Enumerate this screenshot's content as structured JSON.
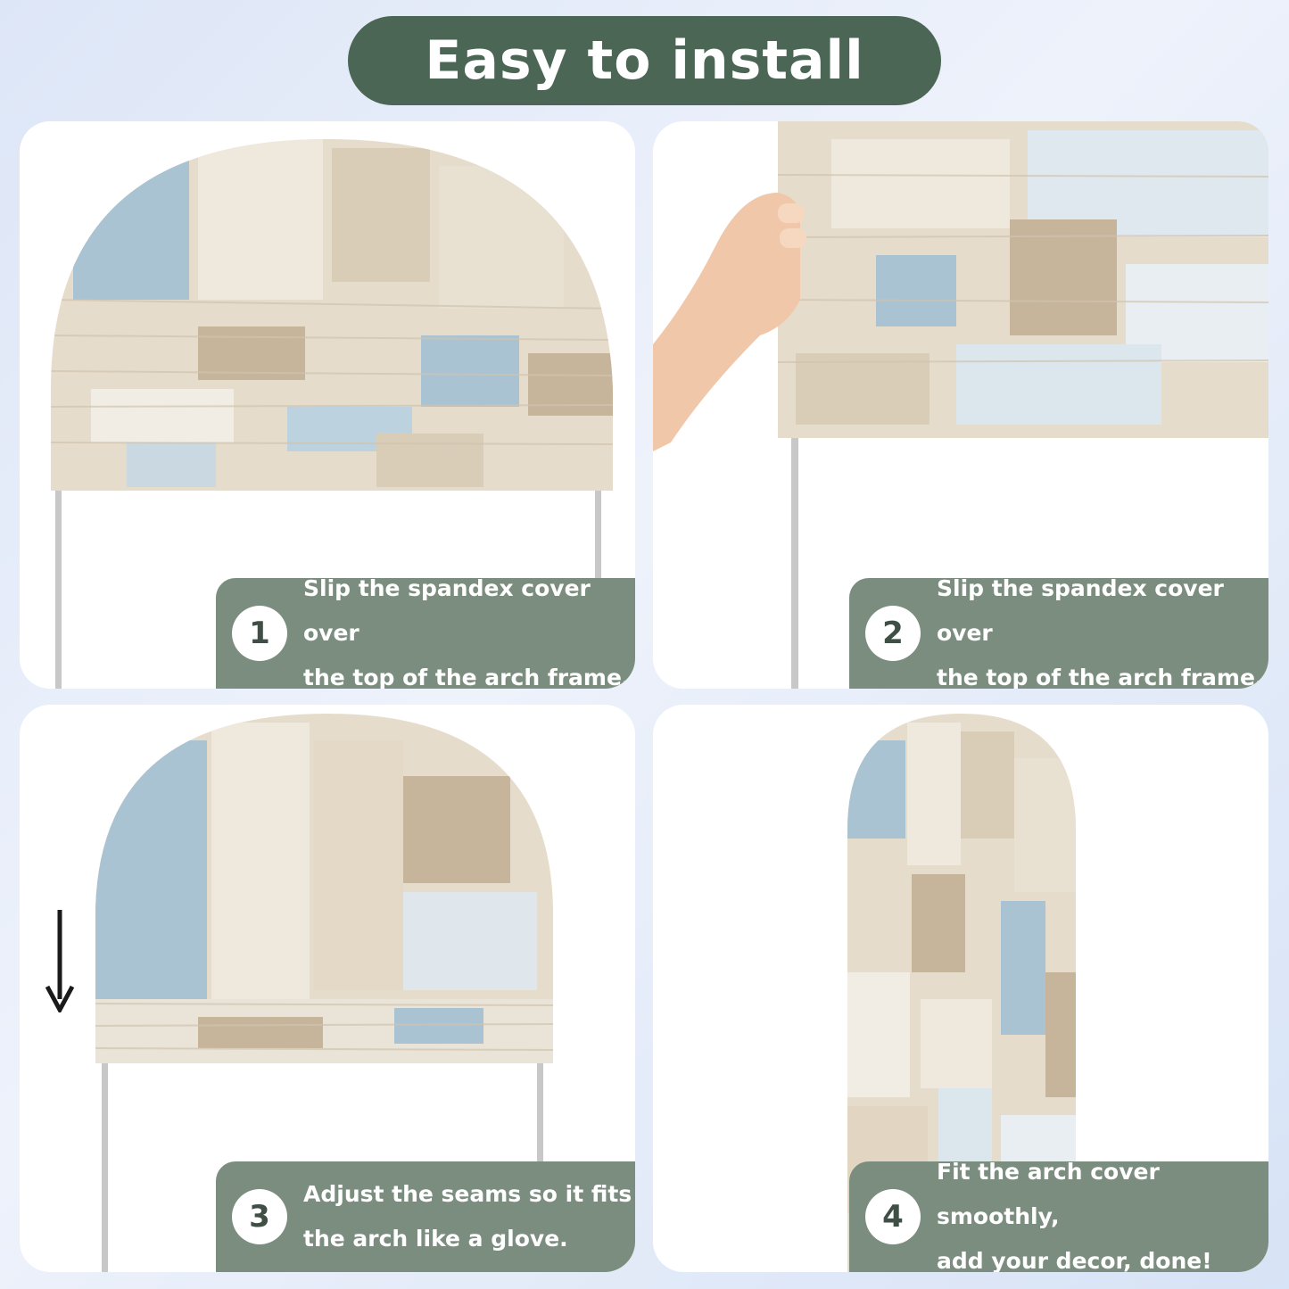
{
  "header": {
    "title": "Easy to install"
  },
  "steps": [
    {
      "number": "1",
      "text": "Slip the spandex cover over\nthe top of the arch frame."
    },
    {
      "number": "2",
      "text": "Slip the spandex cover over\nthe top of the arch frame."
    },
    {
      "number": "3",
      "text": "Adjust the seams so it fits\nthe arch like a glove."
    },
    {
      "number": "4",
      "text": "Fit the arch cover smoothly,\nadd your decor, done!"
    }
  ],
  "colors": {
    "accent_green": "#4b6655",
    "caption_green": "#7b8d7f",
    "fabric_beige": "#e6dccb",
    "fabric_blue": "#a9c3d2",
    "fabric_tan": "#c7b59b"
  },
  "icons": {
    "down_arrow": "arrow-down-icon",
    "hand": "hand-icon"
  }
}
